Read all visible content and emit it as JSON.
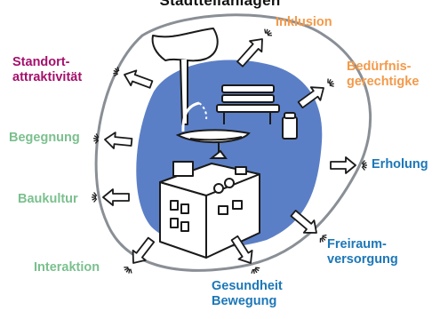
{
  "title": "Stadtteilanlagen",
  "colors": {
    "blob": "#5b7fc6",
    "frame": "#8a8f96",
    "ink": "#1a1a1a",
    "orange": "#f39a4a",
    "purple": "#a4106c",
    "green": "#7bc08e",
    "blue": "#1c77b8"
  },
  "labels": {
    "inklusion": "Inklusion",
    "beduerfnis_1": "Bedürfnis-",
    "beduerfnis_2": "gerechtigke",
    "erholung": "Erholung",
    "freiraum_1": "Freiraum-",
    "freiraum_2": "versorgung",
    "gesundheit_1": "Gesundheit",
    "gesundheit_2": "Bewegung",
    "interaktion": "Interaktion",
    "baukultur": "Baukultur",
    "begegnung": "Begegnung",
    "standort_1": "Standort-",
    "standort_2": "attraktivität"
  },
  "icons": [
    "tree-icon",
    "fountain-icon",
    "bench-icon",
    "trash-bin-icon",
    "building-icon"
  ]
}
